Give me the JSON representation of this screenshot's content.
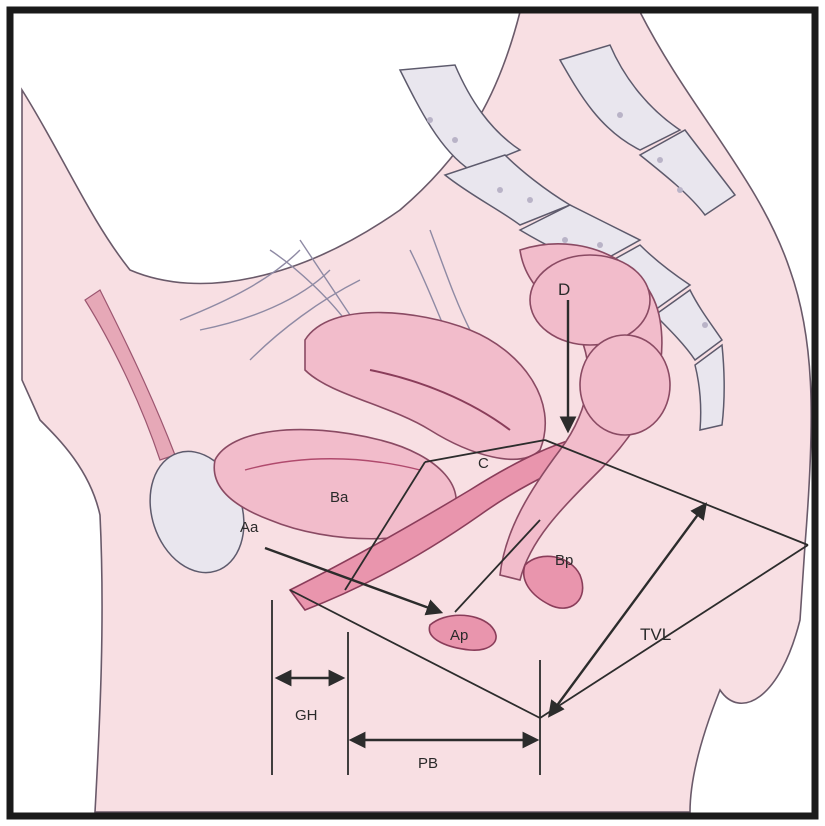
{
  "labels": {
    "D": "D",
    "C": "C",
    "Ba": "Ba",
    "Aa": "Aa",
    "Bp": "Bp",
    "Ap": "Ap",
    "TVL": "TVL",
    "GH": "GH",
    "PB": "PB"
  },
  "colors": {
    "skin": "#f8dfe3",
    "organ": "#f2bccb",
    "organ_dark": "#e995ad",
    "bone": "#e9e6ee",
    "measure_lines": "#2c2c2c",
    "frame": "#1a1a1a"
  }
}
